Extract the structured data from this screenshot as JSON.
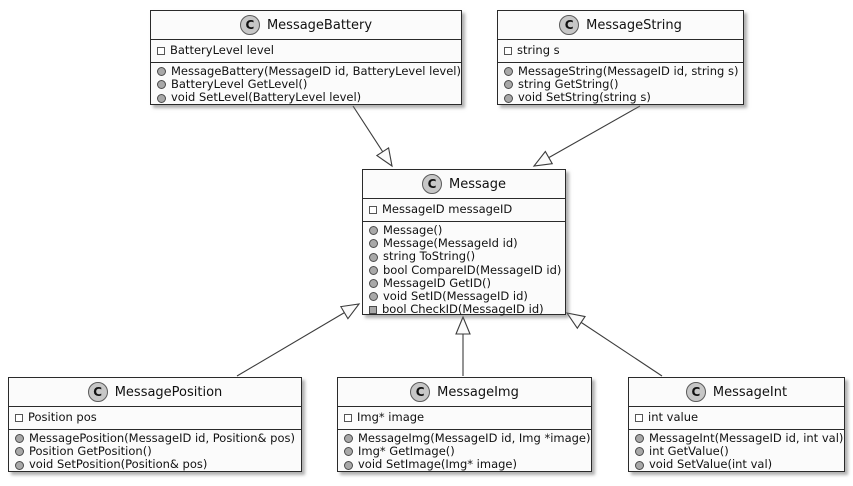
{
  "colors": {
    "box_fill": "#FBFBFB",
    "box_border": "#2a2a2a",
    "stereotype_circle_fill": "#C7C7C7",
    "icon_fill": "#A8A8A8",
    "connector_line": "#3c3c3c"
  },
  "classes": [
    {
      "name": "MessageBattery",
      "stereotype": "C",
      "fields": [
        {
          "text": "BatteryLevel level",
          "kind": "field"
        }
      ],
      "methods": [
        {
          "text": "MessageBattery(MessageID id, BatteryLevel level)",
          "kind": "public"
        },
        {
          "text": "BatteryLevel GetLevel()",
          "kind": "public"
        },
        {
          "text": "void SetLevel(BatteryLevel level)",
          "kind": "public"
        }
      ]
    },
    {
      "name": "MessageString",
      "stereotype": "C",
      "fields": [
        {
          "text": "string s",
          "kind": "field"
        }
      ],
      "methods": [
        {
          "text": "MessageString(MessageID id, string s)",
          "kind": "public"
        },
        {
          "text": "string GetString()",
          "kind": "public"
        },
        {
          "text": "void SetString(string s)",
          "kind": "public"
        }
      ]
    },
    {
      "name": "Message",
      "stereotype": "C",
      "fields": [
        {
          "text": "MessageID messageID",
          "kind": "field"
        }
      ],
      "methods": [
        {
          "text": "Message()",
          "kind": "public"
        },
        {
          "text": "Message(MessageId id)",
          "kind": "public"
        },
        {
          "text": "string ToString()",
          "kind": "public"
        },
        {
          "text": "bool CompareID(MessageID id)",
          "kind": "public"
        },
        {
          "text": "MessageID GetID()",
          "kind": "public"
        },
        {
          "text": "void SetID(MessageID id)",
          "kind": "public"
        },
        {
          "text": "bool CheckID(MessageID id)",
          "kind": "private"
        }
      ]
    },
    {
      "name": "MessagePosition",
      "stereotype": "C",
      "fields": [
        {
          "text": "Position pos",
          "kind": "field"
        }
      ],
      "methods": [
        {
          "text": "MessagePosition(MessageID id, Position& pos)",
          "kind": "public"
        },
        {
          "text": "Position GetPosition()",
          "kind": "public"
        },
        {
          "text": "void SetPosition(Position& pos)",
          "kind": "public"
        }
      ]
    },
    {
      "name": "MessageImg",
      "stereotype": "C",
      "fields": [
        {
          "text": "Img* image",
          "kind": "field"
        }
      ],
      "methods": [
        {
          "text": "MessageImg(MessageID id, Img *image)",
          "kind": "public"
        },
        {
          "text": "Img* GetImage()",
          "kind": "public"
        },
        {
          "text": "void SetImage(Img* image)",
          "kind": "public"
        }
      ]
    },
    {
      "name": "MessageInt",
      "stereotype": "C",
      "fields": [
        {
          "text": "int value",
          "kind": "field"
        }
      ],
      "methods": [
        {
          "text": "MessageInt(MessageID id, int val)",
          "kind": "public"
        },
        {
          "text": "int GetValue()",
          "kind": "public"
        },
        {
          "text": "void SetValue(int val)",
          "kind": "public"
        }
      ]
    }
  ],
  "relations": [
    {
      "from": "MessageBattery",
      "to": "Message",
      "type": "generalization"
    },
    {
      "from": "MessageString",
      "to": "Message",
      "type": "generalization"
    },
    {
      "from": "MessagePosition",
      "to": "Message",
      "type": "generalization"
    },
    {
      "from": "MessageImg",
      "to": "Message",
      "type": "generalization"
    },
    {
      "from": "MessageInt",
      "to": "Message",
      "type": "generalization"
    }
  ]
}
